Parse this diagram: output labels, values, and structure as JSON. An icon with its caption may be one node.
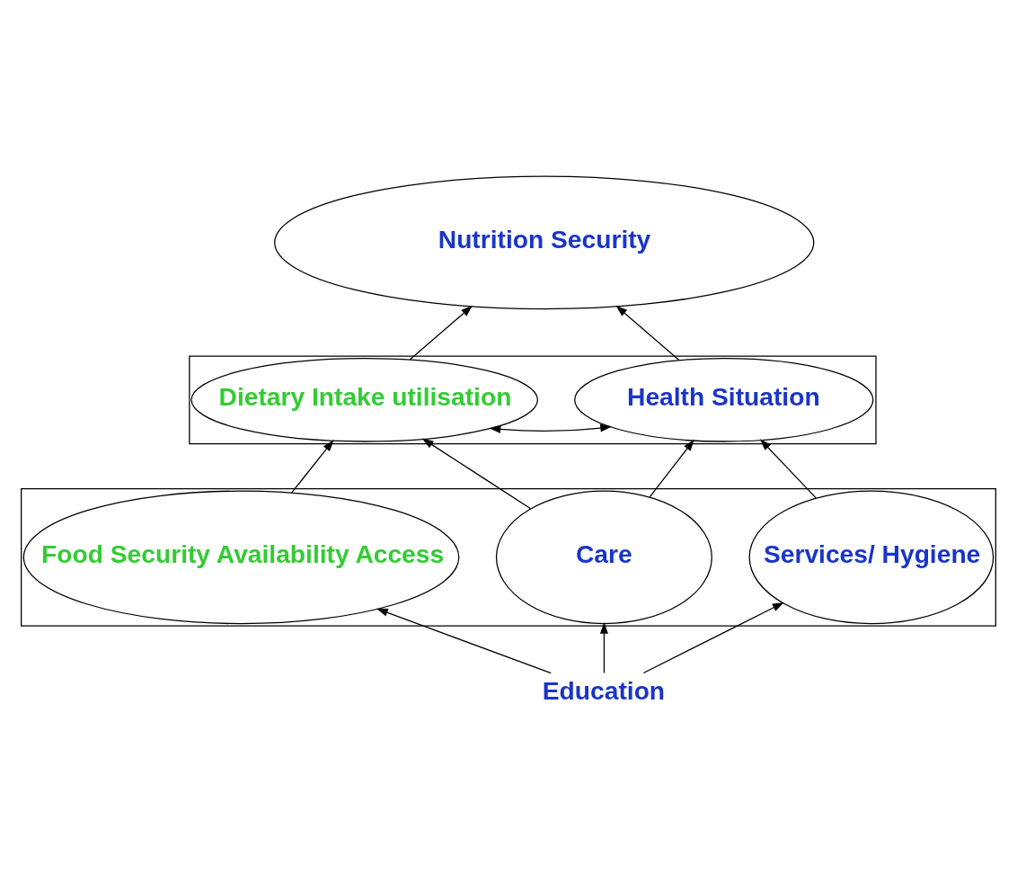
{
  "diagram": {
    "nodes": [
      {
        "text": [
          "Nutrition Security"
        ]
      },
      {
        "text": [],
        "shape": "box"
      },
      {
        "text": [
          "Dietary Intake utilisation"
        ],
        "in": 1
      },
      {
        "text": [
          "Health Situation"
        ],
        "in": 1
      },
      {
        "text": [],
        "shape": "box"
      },
      {
        "text": [
          "Food Security Availability Access"
        ],
        "in": 4
      },
      {
        "text": [
          "Care"
        ],
        "in": 4
      },
      {
        "text": [
          "Services/ Hygiene"
        ],
        "in": 4
      },
      {
        "text": [
          "Education"
        ]
      }
    ],
    "edges": [
      {
        "from": 2,
        "to": 0,
        "arrow": "to"
      },
      {
        "from": 3,
        "to": 0,
        "arrow": "to"
      },
      {
        "from": 2,
        "to": 3,
        "arrow": "both"
      },
      {
        "from": 5,
        "to": 2,
        "arrow": "to"
      },
      {
        "from": 6,
        "to": 2,
        "arrow": "to"
      },
      {
        "from": 6,
        "to": 3,
        "arrow": "to"
      },
      {
        "from": 7,
        "to": 3,
        "arrow": "to"
      },
      {
        "from": 8,
        "to": 5,
        "arrow": "to"
      },
      {
        "from": 8,
        "to": 6,
        "arrow": "to"
      },
      {
        "from": 8,
        "to": 7,
        "arrow": "to"
      }
    ]
  }
}
